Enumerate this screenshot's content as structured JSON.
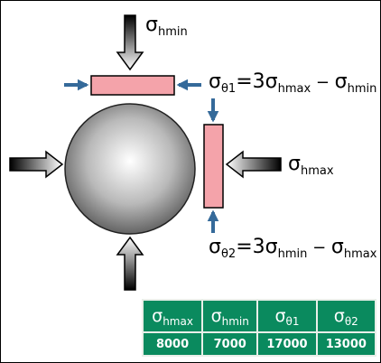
{
  "labels": {
    "top": {
      "symbol": "σ",
      "sub": "hmin"
    },
    "right": {
      "symbol": "σ",
      "sub": "hmax"
    },
    "eq1": {
      "lhs_symbol": "σ",
      "lhs_sub": "θ1",
      "rel": "=3",
      "t1_symbol": "σ",
      "t1_sub": "hmax",
      "op": " − ",
      "t2_symbol": "σ",
      "t2_sub": "hmin"
    },
    "eq2": {
      "lhs_symbol": "σ",
      "lhs_sub": "θ2",
      "rel": "=3",
      "t1_symbol": "σ",
      "t1_sub": "hmin",
      "op": " − ",
      "t2_symbol": "σ",
      "t2_sub": "hmax"
    }
  },
  "table": {
    "headers": [
      {
        "symbol": "σ",
        "sub": "hmax"
      },
      {
        "symbol": "σ",
        "sub": "hmin"
      },
      {
        "symbol": "σ",
        "sub": "θ1"
      },
      {
        "symbol": "σ",
        "sub": "θ2"
      }
    ],
    "values": [
      "8000",
      "7000",
      "17000",
      "13000"
    ]
  },
  "colors": {
    "pad": "#f4a3aa",
    "small_arrow": "#356a9a",
    "table_bg": "#0a8a5e",
    "table_grid": "#e9efe9"
  }
}
